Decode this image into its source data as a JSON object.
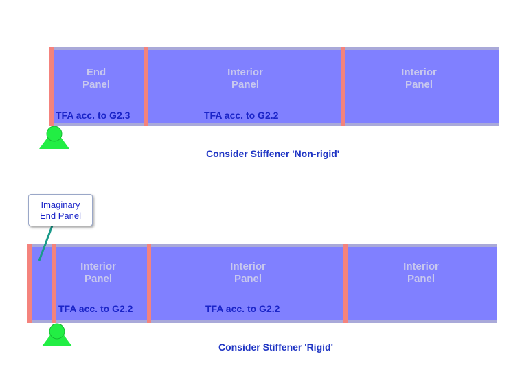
{
  "colors": {
    "web": "#8080ff",
    "flange": "#a9a9d9",
    "stiffener": "#f4837d",
    "panel_label": "#c8c8ee",
    "text_blue": "#1a24c8",
    "support": "#22ee44"
  },
  "top_diagram": {
    "panels": [
      {
        "label": "End\nPanel"
      },
      {
        "label": "Interior\nPanel"
      },
      {
        "label": "Interior\nPanel"
      }
    ],
    "tfa_labels": [
      "TFA acc. to G2.3",
      "TFA acc. to G2.2"
    ],
    "caption": "Consider Stiffener 'Non-rigid'"
  },
  "bottom_diagram": {
    "callout": "Imaginary\nEnd Panel",
    "panels": [
      {
        "label": "Interior\nPanel"
      },
      {
        "label": "Interior\nPanel"
      },
      {
        "label": "Interior\nPanel"
      }
    ],
    "tfa_labels": [
      "TFA acc. to G2.2",
      "TFA acc. to G2.2"
    ],
    "caption": "Consider Stiffener 'Rigid'"
  }
}
